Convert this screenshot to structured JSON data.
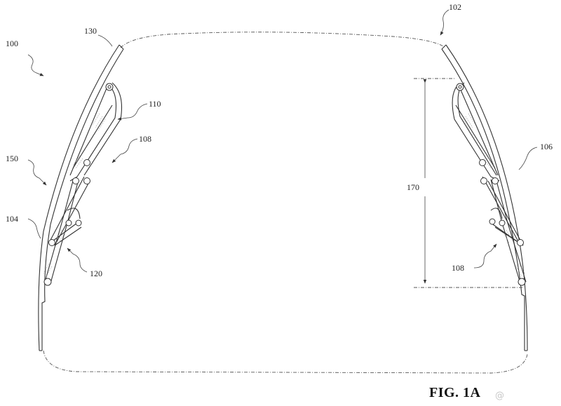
{
  "figure": {
    "caption": "FIG. 1A",
    "watermark": "@",
    "labels": {
      "r100": "100",
      "r102": "102",
      "r104": "104",
      "r106": "106",
      "r108a": "108",
      "r108b": "108",
      "r110": "110",
      "r120": "120",
      "r130": "130",
      "r150": "150",
      "r170": "170"
    }
  }
}
